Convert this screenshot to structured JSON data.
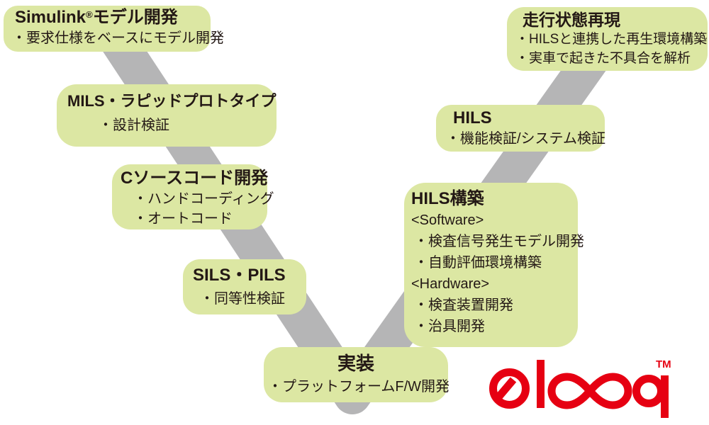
{
  "colors": {
    "box_bg": "#dce7a3",
    "band": "#b5b5b6",
    "text": "#231815",
    "logo_red": "#e60012"
  },
  "diagram": {
    "type": "v-model-process",
    "band_shape": "thick gray V from upper-left down to bottom center and up to upper-right"
  },
  "boxes": [
    {
      "id": "simulink-model-development",
      "title_pre": "Simulink",
      "title_sup": "®",
      "title_post": "モデル開発",
      "items": [
        "・要求仕様をベースにモデル開発"
      ]
    },
    {
      "id": "mils-rapid-prototype",
      "title": "MILS・ラピッドプロトタイプ",
      "items": [
        "・設計検証"
      ]
    },
    {
      "id": "c-source-code-development",
      "title": "Cソースコード開発",
      "items": [
        "・ハンドコーディング",
        "・オートコード"
      ]
    },
    {
      "id": "sils-pils",
      "title": "SILS・PILS",
      "items": [
        "・同等性検証"
      ]
    },
    {
      "id": "implementation",
      "title": "実装",
      "items": [
        "・プラットフォームF/W開発"
      ]
    },
    {
      "id": "hils-construction",
      "title": "HILS構築",
      "items": [
        "<Software>",
        "・検査信号発生モデル開発",
        "・自動評価環境構築",
        "<Hardware>",
        "・検査装置開発",
        "・治具開発"
      ]
    },
    {
      "id": "hils",
      "title": "HILS",
      "items": [
        "・機能検証/システム検証"
      ]
    },
    {
      "id": "driving-state-reproduction",
      "title": "走行状態再現",
      "items": [
        "・HILSと連携した再生環境構築",
        "・実車で起きた不具合を解析"
      ]
    }
  ],
  "logo": {
    "text": "Qloop",
    "trademark": "TM",
    "color": "#e60012"
  }
}
